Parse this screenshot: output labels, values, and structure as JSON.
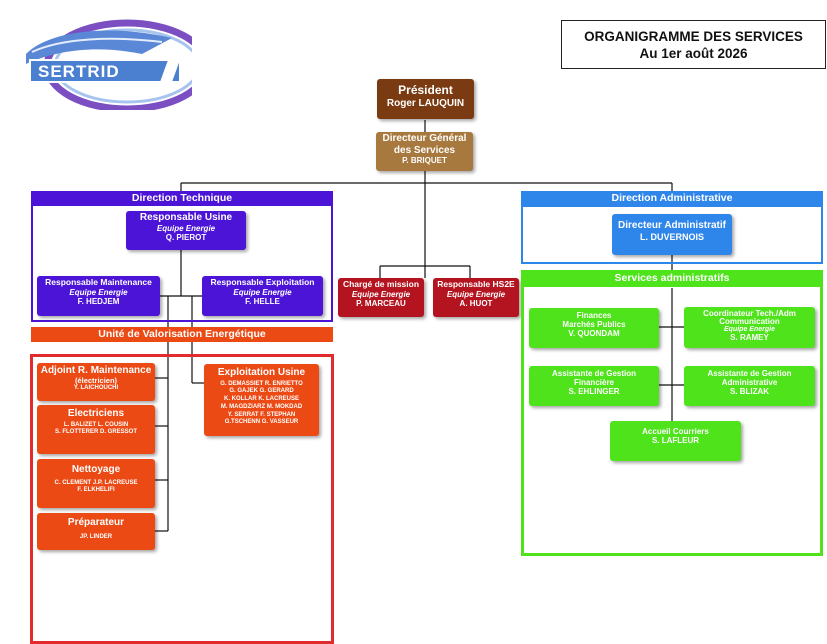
{
  "logo": {
    "text": "SERTRID"
  },
  "title": {
    "line1": "ORGANIGRAMME DES SERVICES",
    "line2": "Au 1er août 2026"
  },
  "president": {
    "title": "Président",
    "name": "Roger LAUQUIN"
  },
  "dg": {
    "title_line1": "Directeur Général",
    "title_line2": "des Services",
    "name": "P. BRIQUET"
  },
  "direction_technique": {
    "header": "Direction Technique",
    "responsable_usine": {
      "title": "Responsable Usine",
      "team": "Equipe Energie",
      "name": "Q. PIEROT"
    },
    "resp_maintenance": {
      "title": "Responsable Maintenance",
      "team": "Equipe Energie",
      "name": "F. HEDJEM"
    },
    "resp_exploitation": {
      "title": "Responsable Exploitation",
      "team": "Equipe Energie",
      "name": "F. HELLE"
    }
  },
  "charge_mission": {
    "title": "Chargé de mission",
    "team": "Equipe Energie",
    "name": "P. MARCEAU"
  },
  "resp_hs2e": {
    "title": "Responsable HS2E",
    "team": "Equipe Energie",
    "name": "A. HUOT"
  },
  "uve": {
    "header": "Unité de Valorisation Energétique",
    "adjoint": {
      "title": "Adjoint R. Maintenance",
      "subtitle": "(électricien)",
      "name": "Y. LAICHOUCHI"
    },
    "electriciens": {
      "title": "Electriciens",
      "names": [
        "L. BALIZET   L. COUSIN",
        "S. FLOTTERER   D. GRESSOT"
      ]
    },
    "nettoyage": {
      "title": "Nettoyage",
      "names": [
        "C. CLEMENT   J.P. LACREUSE",
        "F. ELKHELIFI"
      ]
    },
    "preparateur": {
      "title": "Préparateur",
      "name": "JP. LINDER"
    },
    "exploitation": {
      "title": "Exploitation Usine",
      "names": [
        "G. DEMASSIET   R. ENRIETTO",
        "G. GAJEK   G. GERARD",
        "K. KOLLAR   K. LACREUSE",
        "M. MAGDZIARZ   M. MOKDAD",
        "Y. SERRAT   F. STEPHAN",
        "G.TSCHENN   G. VASSEUR"
      ]
    }
  },
  "direction_admin": {
    "header": "Direction Administrative",
    "directeur": {
      "title": "Directeur Administratif",
      "name": "L. DUVERNOIS"
    }
  },
  "services_admin": {
    "header": "Services administratifs",
    "finances": {
      "line1": "Finances",
      "line2": "Marchés Publics",
      "name": "V. QUONDAM"
    },
    "coordinateur": {
      "line1": "Coordinateur Tech./Adm",
      "line2": "Communication",
      "team": "Equipe Energie",
      "name": "S. RAMEY"
    },
    "assistante_fin": {
      "line1": "Assistante de Gestion",
      "line2": "Financière",
      "name": "S. EHLINGER"
    },
    "assistante_adm": {
      "line1": "Assistante de Gestion",
      "line2": "Administrative",
      "name": "S. BLIZAK"
    },
    "accueil": {
      "line1": "Accueil Courriers",
      "name": "S. LAFLEUR"
    }
  },
  "colors": {
    "president": "#7a3a12",
    "dg": "#a8793e",
    "tech": "#4b14d6",
    "mission": "#b3141f",
    "uve": "#ec4a14",
    "uve_frame": "#e12b2e",
    "admin": "#2f86ea",
    "services": "#4ee31a"
  }
}
